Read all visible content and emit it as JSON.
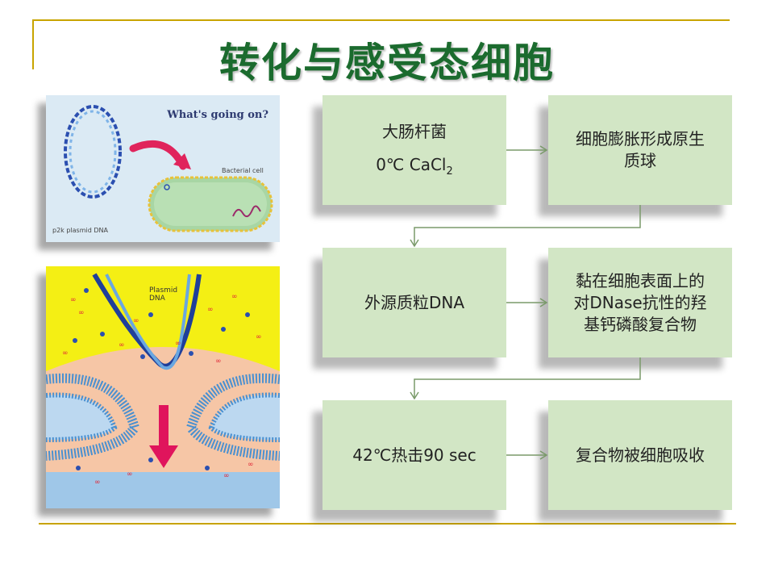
{
  "title": "转化与感受态细胞",
  "picture1": {
    "heading": "What's going on?",
    "label_dna": "p2k plasmid DNA",
    "label_cell": "Bacterial cell"
  },
  "picture2": {
    "label": "Plasmid\nDNA"
  },
  "boxes": {
    "b1": {
      "line1": "大肠杆菌",
      "line2_main": "0℃ CaCl",
      "line2_sub": "2"
    },
    "b2": {
      "line1": "细胞膨胀形成原生",
      "line2": "质球"
    },
    "b3": {
      "line1": "外源质粒DNA"
    },
    "b4": {
      "line1": "黏在细胞表面上的",
      "line2": "对DNase抗性的羟",
      "line3": "基钙磷酸复合物"
    },
    "b5": {
      "line1": "42℃热击90 sec"
    },
    "b6": {
      "line1": "复合物被细胞吸收"
    }
  },
  "colors": {
    "box_fill": "#d2e6c5",
    "title": "#1b6b2e",
    "rule": "#c8a400",
    "arrow": "#e8145a"
  }
}
